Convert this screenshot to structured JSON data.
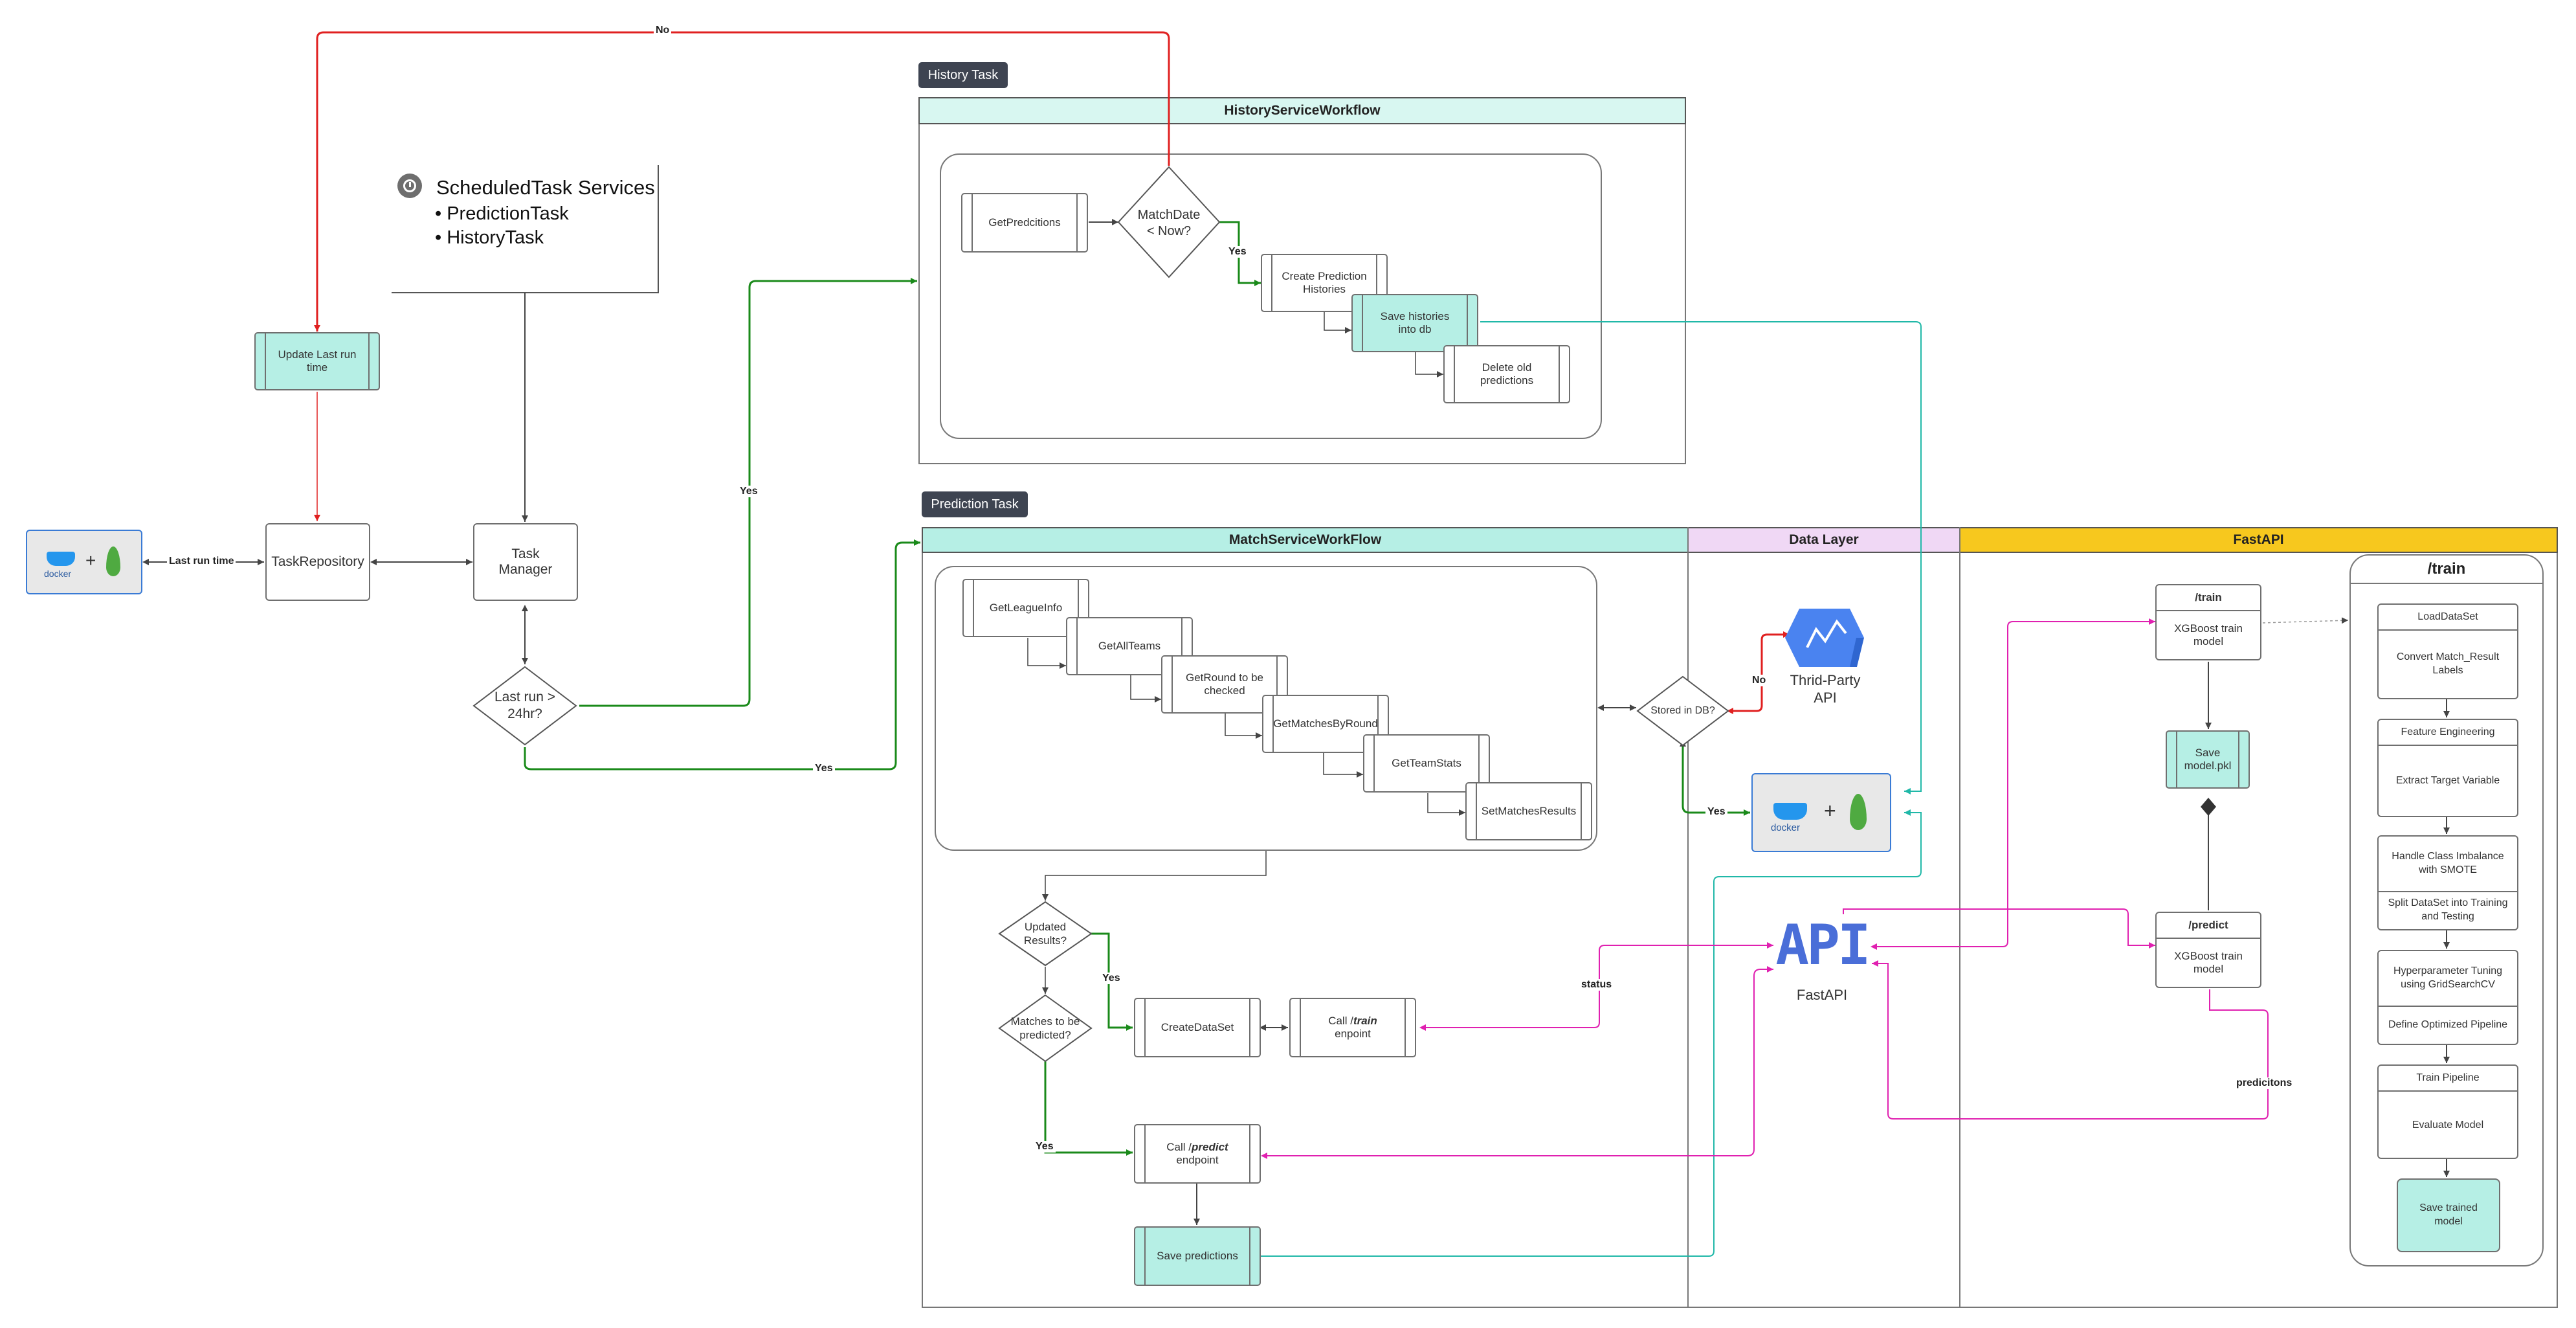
{
  "left": {
    "scheduled_title": "ScheduledTask Services",
    "scheduled_items": [
      "PredictionTask",
      "HistoryTask"
    ],
    "update_last_run": "Update Last run time",
    "task_repository": "TaskRepository",
    "task_manager": "Task Manager",
    "last_run_q": "Last run > 24hr?",
    "edge_last_run_time": "Last run time",
    "edge_no": "No",
    "edge_yes_history": "Yes",
    "edge_yes_prediction": "Yes",
    "docker_label": "docker",
    "plus": "+"
  },
  "history": {
    "tag": "History Task",
    "lane_title": "HistoryServiceWorkflow",
    "get_predictions": "GetPredcitions",
    "match_date_q": "MatchDate < Now?",
    "edge_yes": "Yes",
    "create_histories": "Create Prediction Histories",
    "save_histories": "Save histories into db",
    "delete_old": "Delete old predictions"
  },
  "prediction": {
    "tag": "Prediction Task",
    "lane_title": "MatchServiceWorkFlow",
    "steps": [
      "GetLeagueInfo",
      "GetAllTeams",
      "GetRound to be checked",
      "GetMatchesByRound",
      "GetTeamStats",
      "SetMatchesResults"
    ],
    "updated_q": "Updated Results?",
    "matches_q": "Matches to be predicted?",
    "edge_yes_updated": "Yes",
    "edge_yes_matches": "Yes",
    "create_dataset": "CreateDataSet",
    "call_train_prefix": "Call /",
    "call_train_bold": "train",
    "call_train_suffix": " enpoint",
    "call_predict_prefix": "Call /",
    "call_predict_bold": "predict",
    "call_predict_suffix": " endpoint",
    "save_predictions": "Save predictions",
    "edge_status": "status"
  },
  "data_layer": {
    "lane_title": "Data Layer",
    "stored_q": "Stored in DB?",
    "edge_no": "No",
    "edge_yes": "Yes",
    "third_party": "Thrid-Party API",
    "docker_label": "docker",
    "plus": "+",
    "api_logo": "API",
    "fastapi_caption": "FastAPI"
  },
  "fastapi": {
    "lane_title": "FastAPI",
    "train_endpoint": "/train",
    "train_model": "XGBoost train model",
    "save_model": "Save model.pkl",
    "predict_endpoint": "/predict",
    "predict_model": "XGBoost train model",
    "edge_predictions": "predicitons",
    "panel_title": "/train",
    "train_steps": [
      [
        "LoadDataSet",
        "Convert Match_Result Labels"
      ],
      [
        "Feature Engineering",
        "Extract Target Variable"
      ],
      [
        "Handle Class Imbalance with SMOTE",
        "Split DataSet into Training and Testing"
      ],
      [
        "Hyperparameter Tuning using GridSearchCV",
        "Define Optimized Pipeline"
      ],
      [
        "Train Pipeline",
        "Evaluate Model"
      ]
    ],
    "save_trained": "Save trained model"
  },
  "colors": {
    "red": "#e02020",
    "green": "#1a8a1a",
    "magenta": "#e020b0",
    "teal": "#20b8a8",
    "grey": "#555555",
    "mint": "#b6efe5",
    "lane_history": "#d8f7f1",
    "lane_match": "#b6efe5",
    "lane_data": "#f0d8f5",
    "lane_fastapi": "#f7c81e",
    "tag_bg": "#3e4451",
    "docker_blue": "#2496ed",
    "mongo_green": "#4faa41",
    "api_blue": "#4a6ed8"
  }
}
